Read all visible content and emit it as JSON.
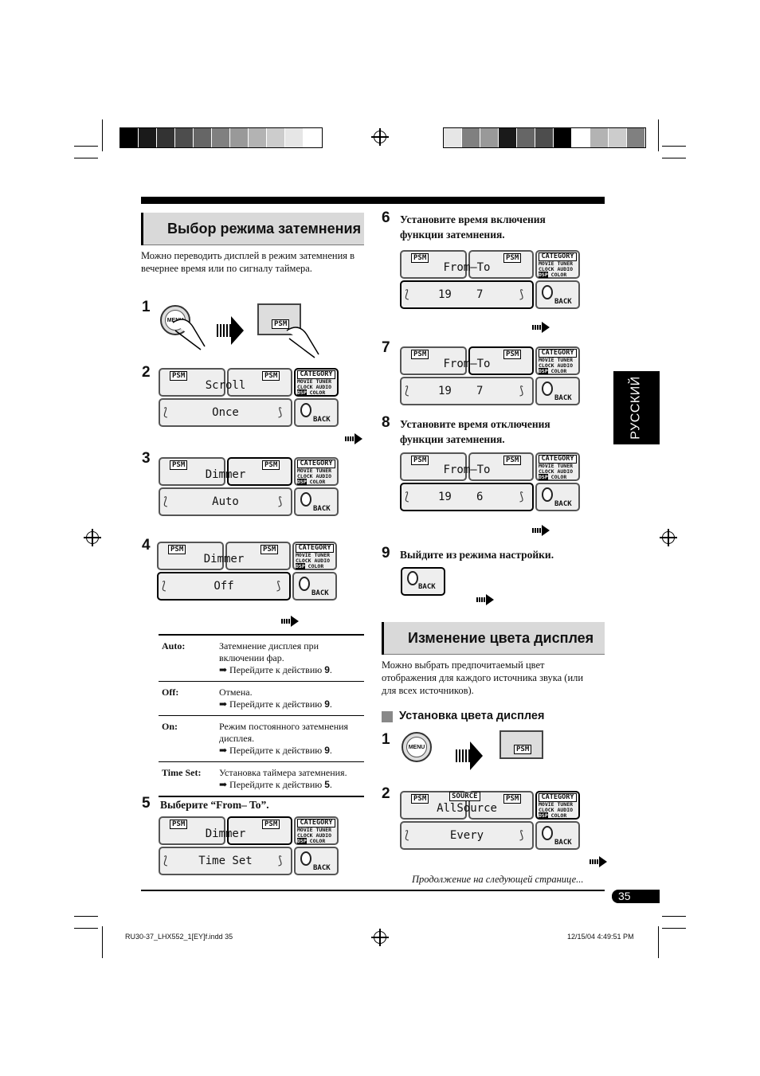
{
  "page": {
    "number": "35",
    "language_tab": "РУССКИЙ"
  },
  "footer": {
    "file": "RU30-37_LHX552_1[EY]f.indd   35",
    "timestamp": "12/15/04   4:49:51 PM",
    "continued": "Продолжение на следующей странице..."
  },
  "left": {
    "title": "Выбор режима затемнения",
    "intro": "Можно переводить дисплей в режим затемнения в вечернее время или по сигналу таймера.",
    "steps": [
      "1",
      "2",
      "3",
      "4",
      "5"
    ],
    "step5_text": "Выберите “From– To”.",
    "options": [
      {
        "key": "Auto:",
        "desc": "Затемнение дисплея при включении фар.",
        "goto": "➡ Перейдите к действию ",
        "goto_step": "9"
      },
      {
        "key": "Off:",
        "desc": "Отмена.",
        "goto": "➡ Перейдите к действию ",
        "goto_step": "9"
      },
      {
        "key": "On:",
        "desc": "Режим постоянного затемнения дисплея.",
        "goto": "➡ Перейдите к действию ",
        "goto_step": "9"
      },
      {
        "key": "Time Set:",
        "desc": "Установка таймера затемнения.",
        "goto": "➡ Перейдите к действию ",
        "goto_step": "5"
      }
    ]
  },
  "right": {
    "step6_text": "Установите время включения функции затемнения.",
    "step8_text": "Установите время отключения функции затемнения.",
    "step9_text": "Выйдите из режима настройки.",
    "steps": [
      "6",
      "7",
      "8",
      "9"
    ],
    "title": "Изменение цвета дисплея",
    "intro": "Можно выбрать предпочитаемый цвет отображения для каждого источника звука (или для всех источников).",
    "subtitle": "Установка цвета дисплея",
    "color_steps": [
      "1",
      "2"
    ]
  },
  "display": {
    "psm": "PSM",
    "source": "SOURCE",
    "category": "CATEGORY",
    "cat_line1": "MOVIE TUNER",
    "cat_line2": "CLOCK AUDIO",
    "cat_line3a": "DSP",
    "cat_line3b": "COLOR",
    "back": "BACK",
    "menu": "MENU",
    "s2_top": "Scroll",
    "s2_bottom": "Once",
    "s3_top": "Dimmer",
    "s3_bottom": "Auto",
    "s4_top": "Dimmer",
    "s4_bottom": "Off",
    "s5_top": "Dimmer",
    "s5_bottom": "Time Set",
    "s6_top": "From–To",
    "s6_h1": "19",
    "s6_h2": "7",
    "s7_top": "From–To",
    "s7_h1": "19",
    "s7_h2": "7",
    "s8_top": "From–To",
    "s8_h1": "19",
    "s8_h2": "6",
    "c2_top": "AllSource",
    "c2_bottom": "Every"
  },
  "swatches_left": [
    "#000000",
    "#1a1a1a",
    "#333333",
    "#4d4d4d",
    "#666666",
    "#808080",
    "#999999",
    "#b3b3b3",
    "#cccccc",
    "#e6e6e6",
    "#ffffff"
  ],
  "swatches_right": [
    "#e6e6e6",
    "#808080",
    "#999999",
    "#1a1a1a",
    "#666666",
    "#4d4d4d",
    "#000000",
    "#ffffff",
    "#b3b3b3",
    "#cccccc",
    "#808080"
  ]
}
